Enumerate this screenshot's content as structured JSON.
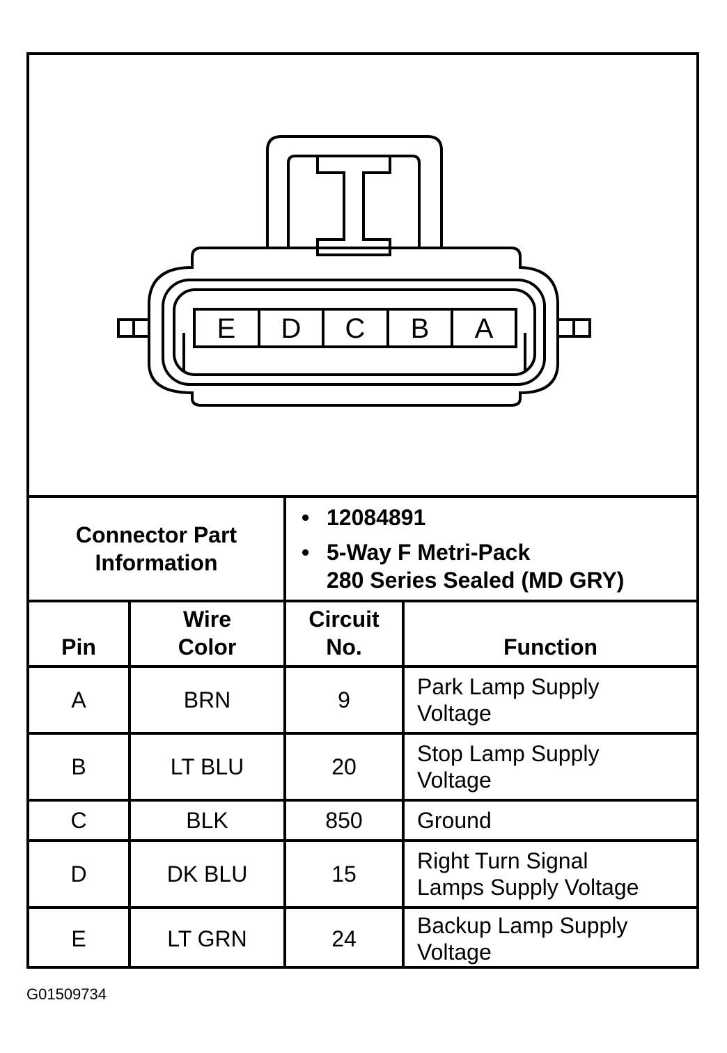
{
  "connector": {
    "pins": [
      "E",
      "D",
      "C",
      "B",
      "A"
    ]
  },
  "info": {
    "label_line1": "Connector Part",
    "label_line2": "Information",
    "bullet": "•",
    "part_number": "12084891",
    "description_line1": "5-Way F Metri-Pack",
    "description_line2": "280 Series Sealed (MD GRY)"
  },
  "table": {
    "headers": {
      "pin": "Pin",
      "wire_line1": "Wire",
      "wire_line2": "Color",
      "circuit_line1": "Circuit",
      "circuit_line2": "No.",
      "function": "Function"
    },
    "rows": [
      {
        "pin": "A",
        "wire": "BRN",
        "circuit": "9",
        "function_line1": "Park Lamp Supply",
        "function_line2": "Voltage"
      },
      {
        "pin": "B",
        "wire": "LT BLU",
        "circuit": "20",
        "function_line1": "Stop Lamp Supply",
        "function_line2": "Voltage"
      },
      {
        "pin": "C",
        "wire": "BLK",
        "circuit": "850",
        "function_line1": "Ground",
        "function_line2": ""
      },
      {
        "pin": "D",
        "wire": "DK BLU",
        "circuit": "15",
        "function_line1": "Right Turn Signal",
        "function_line2": "Lamps Supply Voltage"
      },
      {
        "pin": "E",
        "wire": "LT GRN",
        "circuit": "24",
        "function_line1": "Backup Lamp Supply",
        "function_line2": "Voltage"
      }
    ]
  },
  "figure_id": "G01509734"
}
